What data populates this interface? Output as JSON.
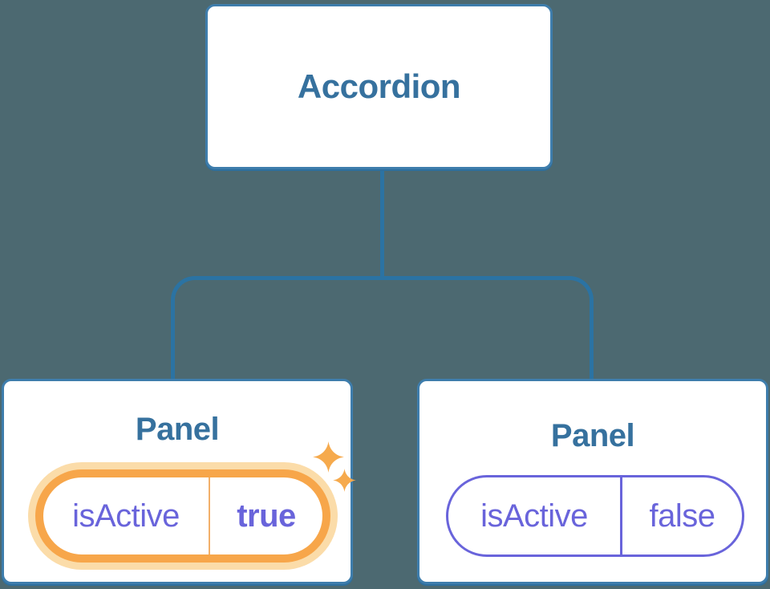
{
  "tree": {
    "root": {
      "label": "Accordion"
    },
    "children": [
      {
        "label": "Panel",
        "state": {
          "key": "isActive",
          "value": "true"
        },
        "highlighted": true
      },
      {
        "label": "Panel",
        "state": {
          "key": "isActive",
          "value": "false"
        },
        "highlighted": false
      }
    ]
  },
  "colors": {
    "background": "#4C6971",
    "node_fill": "#FFFFFF",
    "node_border": "#3E7DAC",
    "node_border_shadow": "#2E6F9E",
    "connector": "#2B73A3",
    "node_text": "#36719E",
    "state_text": "#6964DB",
    "state_border": "#6964DB",
    "highlight": "#F7A64A",
    "highlight_divider": "#F2B06A",
    "highlight_glow": "#FBDCA9",
    "sparkle": "#F6AA4D"
  },
  "icons": {
    "sparkle": "✦"
  }
}
